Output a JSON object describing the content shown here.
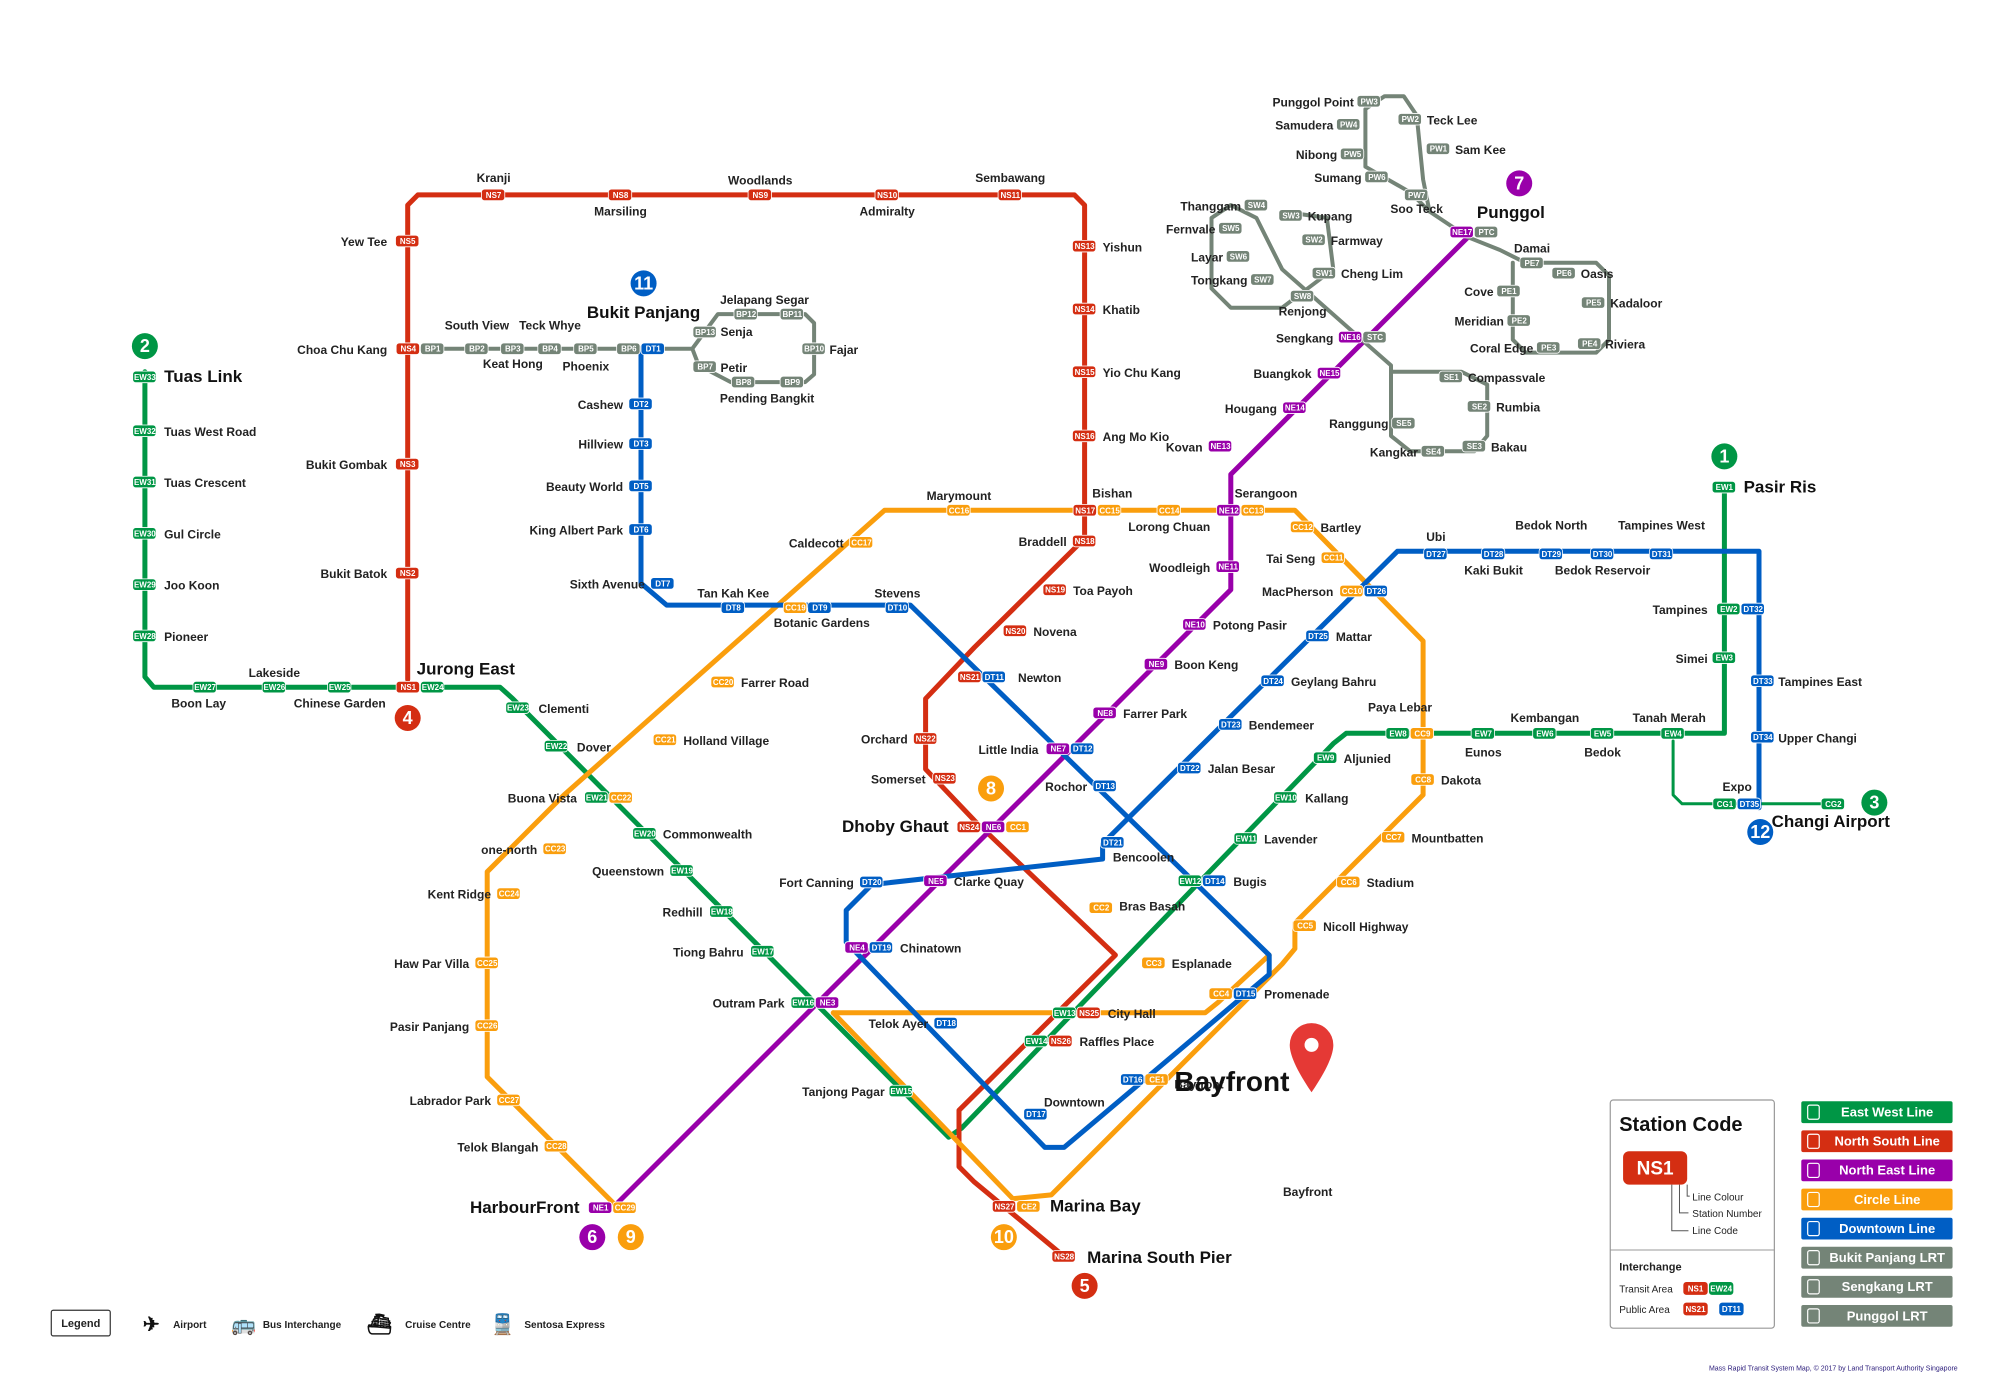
{
  "colors": {
    "ew": "#009645",
    "ns": "#d42e12",
    "ne": "#9900aa",
    "cc": "#fa9e0d",
    "dt": "#005ec4",
    "lrt": "#748477",
    "pin": "#e53935"
  },
  "highlight": {
    "title": "Bayfront"
  },
  "station_code": {
    "title": "Station Code",
    "sample": "NS1",
    "line_colour": "Line Colour",
    "station_number": "Station Number",
    "line_code": "Line Code",
    "interchange": "Interchange",
    "transit_area": "Transit Area",
    "public_area": "Public Area",
    "t1": "NS1",
    "t2": "EW24",
    "p1": "NS21",
    "p2": "DT11"
  },
  "lines_legend": [
    {
      "label": "East West Line",
      "color": "#009645"
    },
    {
      "label": "North South Line",
      "color": "#d42e12"
    },
    {
      "label": "North East Line",
      "color": "#9900aa"
    },
    {
      "label": "Circle Line",
      "color": "#fa9e0d"
    },
    {
      "label": "Downtown Line",
      "color": "#005ec4"
    },
    {
      "label": "Bukit Panjang LRT",
      "color": "#748477"
    },
    {
      "label": "Sengkang LRT",
      "color": "#748477"
    },
    {
      "label": "Punggol LRT",
      "color": "#748477"
    }
  ],
  "legend": {
    "title": "Legend",
    "airport": "Airport",
    "bus": "Bus Interchange",
    "cruise": "Cruise Centre",
    "sentosa": "Sentosa Express"
  },
  "footer": "Mass Rapid Transit System Map, © 2017 by Land Transport Authority Singapore",
  "numbers": [
    "1",
    "2",
    "3",
    "4",
    "5",
    "6",
    "7",
    "8",
    "9",
    "10",
    "11",
    "12"
  ],
  "stations": [
    {
      "name": "Tuas Link",
      "codes": [
        "EW33"
      ]
    },
    {
      "name": "Tuas West Road",
      "codes": [
        "EW32"
      ]
    },
    {
      "name": "Tuas Crescent",
      "codes": [
        "EW31"
      ]
    },
    {
      "name": "Gul Circle",
      "codes": [
        "EW30"
      ]
    },
    {
      "name": "Joo Koon",
      "codes": [
        "EW29"
      ]
    },
    {
      "name": "Pioneer",
      "codes": [
        "EW28"
      ]
    },
    {
      "name": "Boon Lay",
      "codes": [
        "EW27"
      ]
    },
    {
      "name": "Lakeside",
      "codes": [
        "EW26"
      ]
    },
    {
      "name": "Chinese Garden",
      "codes": [
        "EW25"
      ]
    },
    {
      "name": "Jurong East",
      "codes": [
        "NS1",
        "EW24"
      ]
    },
    {
      "name": "Clementi",
      "codes": [
        "EW23"
      ]
    },
    {
      "name": "Dover",
      "codes": [
        "EW22"
      ]
    },
    {
      "name": "Buona Vista",
      "codes": [
        "EW21",
        "CC22"
      ]
    },
    {
      "name": "Commonwealth",
      "codes": [
        "EW20"
      ]
    },
    {
      "name": "Queenstown",
      "codes": [
        "EW19"
      ]
    },
    {
      "name": "Redhill",
      "codes": [
        "EW18"
      ]
    },
    {
      "name": "Tiong Bahru",
      "codes": [
        "EW17"
      ]
    },
    {
      "name": "Outram Park",
      "codes": [
        "EW16",
        "NE3"
      ]
    },
    {
      "name": "Tanjong Pagar",
      "codes": [
        "EW15"
      ]
    },
    {
      "name": "Raffles Place",
      "codes": [
        "EW14",
        "NS26"
      ]
    },
    {
      "name": "City Hall",
      "codes": [
        "EW13",
        "NS25"
      ]
    },
    {
      "name": "Bugis",
      "codes": [
        "EW12",
        "DT14"
      ]
    },
    {
      "name": "Lavender",
      "codes": [
        "EW11"
      ]
    },
    {
      "name": "Kallang",
      "codes": [
        "EW10"
      ]
    },
    {
      "name": "Aljunied",
      "codes": [
        "EW9"
      ]
    },
    {
      "name": "Paya Lebar",
      "codes": [
        "EW8",
        "CC9"
      ]
    },
    {
      "name": "Eunos",
      "codes": [
        "EW7"
      ]
    },
    {
      "name": "Kembangan",
      "codes": [
        "EW6"
      ]
    },
    {
      "name": "Bedok",
      "codes": [
        "EW5"
      ]
    },
    {
      "name": "Tanah Merah",
      "codes": [
        "EW4"
      ]
    },
    {
      "name": "Simei",
      "codes": [
        "EW3"
      ]
    },
    {
      "name": "Tampines",
      "codes": [
        "EW2",
        "DT32"
      ]
    },
    {
      "name": "Pasir Ris",
      "codes": [
        "EW1"
      ]
    },
    {
      "name": "Expo",
      "codes": [
        "CG1",
        "DT35"
      ]
    },
    {
      "name": "Changi Airport",
      "codes": [
        "CG2"
      ]
    },
    {
      "name": "Choa Chu Kang",
      "codes": [
        "NS4",
        "BP1"
      ]
    },
    {
      "name": "Yew Tee",
      "codes": [
        "NS5"
      ]
    },
    {
      "name": "Kranji",
      "codes": [
        "NS7"
      ]
    },
    {
      "name": "Marsiling",
      "codes": [
        "NS8"
      ]
    },
    {
      "name": "Woodlands",
      "codes": [
        "NS9"
      ]
    },
    {
      "name": "Admiralty",
      "codes": [
        "NS10"
      ]
    },
    {
      "name": "Sembawang",
      "codes": [
        "NS11"
      ]
    },
    {
      "name": "Yishun",
      "codes": [
        "NS13"
      ]
    },
    {
      "name": "Khatib",
      "codes": [
        "NS14"
      ]
    },
    {
      "name": "Yio Chu Kang",
      "codes": [
        "NS15"
      ]
    },
    {
      "name": "Ang Mo Kio",
      "codes": [
        "NS16"
      ]
    },
    {
      "name": "Bishan",
      "codes": [
        "NS17",
        "CC15"
      ]
    },
    {
      "name": "Braddell",
      "codes": [
        "NS18"
      ]
    },
    {
      "name": "Toa Payoh",
      "codes": [
        "NS19"
      ]
    },
    {
      "name": "Novena",
      "codes": [
        "NS20"
      ]
    },
    {
      "name": "Newton",
      "codes": [
        "NS21",
        "DT11"
      ]
    },
    {
      "name": "Orchard",
      "codes": [
        "NS22"
      ]
    },
    {
      "name": "Somerset",
      "codes": [
        "NS23"
      ]
    },
    {
      "name": "Dhoby Ghaut",
      "codes": [
        "NS24",
        "NE6",
        "CC1"
      ]
    },
    {
      "name": "Marina Bay",
      "codes": [
        "NS27",
        "CE2"
      ]
    },
    {
      "name": "Marina South Pier",
      "codes": [
        "NS28"
      ]
    },
    {
      "name": "Bukit Batok",
      "codes": [
        "NS2"
      ]
    },
    {
      "name": "Bukit Gombak",
      "codes": [
        "NS3"
      ]
    },
    {
      "name": "HarbourFront",
      "codes": [
        "NE1",
        "CC29"
      ]
    },
    {
      "name": "Chinatown",
      "codes": [
        "NE4",
        "DT19"
      ]
    },
    {
      "name": "Clarke Quay",
      "codes": [
        "NE5"
      ]
    },
    {
      "name": "Little India",
      "codes": [
        "NE7",
        "DT12"
      ]
    },
    {
      "name": "Farrer Park",
      "codes": [
        "NE8"
      ]
    },
    {
      "name": "Boon Keng",
      "codes": [
        "NE9"
      ]
    },
    {
      "name": "Potong Pasir",
      "codes": [
        "NE10"
      ]
    },
    {
      "name": "Woodleigh",
      "codes": [
        "NE11"
      ]
    },
    {
      "name": "Serangoon",
      "codes": [
        "NE12",
        "CC13"
      ]
    },
    {
      "name": "Kovan",
      "codes": [
        "NE13"
      ]
    },
    {
      "name": "Hougang",
      "codes": [
        "NE14"
      ]
    },
    {
      "name": "Buangkok",
      "codes": [
        "NE15"
      ]
    },
    {
      "name": "Sengkang",
      "codes": [
        "NE16",
        "STC"
      ]
    },
    {
      "name": "Punggol",
      "codes": [
        "NE17",
        "PTC"
      ]
    },
    {
      "name": "Bras Basah",
      "codes": [
        "CC2"
      ]
    },
    {
      "name": "Esplanade",
      "codes": [
        "CC3"
      ]
    },
    {
      "name": "Promenade",
      "codes": [
        "CC4",
        "DT15"
      ]
    },
    {
      "name": "Nicoll Highway",
      "codes": [
        "CC5"
      ]
    },
    {
      "name": "Stadium",
      "codes": [
        "CC6"
      ]
    },
    {
      "name": "Mountbatten",
      "codes": [
        "CC7"
      ]
    },
    {
      "name": "Dakota",
      "codes": [
        "CC8"
      ]
    },
    {
      "name": "MacPherson",
      "codes": [
        "CC10",
        "DT26"
      ]
    },
    {
      "name": "Tai Seng",
      "codes": [
        "CC11"
      ]
    },
    {
      "name": "Bartley",
      "codes": [
        "CC12"
      ]
    },
    {
      "name": "Lorong Chuan",
      "codes": [
        "CC14"
      ]
    },
    {
      "name": "Marymount",
      "codes": [
        "CC16"
      ]
    },
    {
      "name": "Caldecott",
      "codes": [
        "CC17"
      ]
    },
    {
      "name": "Botanic Gardens",
      "codes": [
        "CC19",
        "DT9"
      ]
    },
    {
      "name": "Farrer Road",
      "codes": [
        "CC20"
      ]
    },
    {
      "name": "Holland Village",
      "codes": [
        "CC21"
      ]
    },
    {
      "name": "one-north",
      "codes": [
        "CC23"
      ]
    },
    {
      "name": "Kent Ridge",
      "codes": [
        "CC24"
      ]
    },
    {
      "name": "Haw Par Villa",
      "codes": [
        "CC25"
      ]
    },
    {
      "name": "Pasir Panjang",
      "codes": [
        "CC26"
      ]
    },
    {
      "name": "Labrador Park",
      "codes": [
        "CC27"
      ]
    },
    {
      "name": "Telok Blangah",
      "codes": [
        "CC28"
      ]
    },
    {
      "name": "Bayfront",
      "codes": [
        "DT16",
        "CE1"
      ]
    },
    {
      "name": "Bukit Panjang",
      "codes": [
        "BP6",
        "DT1"
      ]
    },
    {
      "name": "Cashew",
      "codes": [
        "DT2"
      ]
    },
    {
      "name": "Hillview",
      "codes": [
        "DT3"
      ]
    },
    {
      "name": "Beauty World",
      "codes": [
        "DT5"
      ]
    },
    {
      "name": "King Albert Park",
      "codes": [
        "DT6"
      ]
    },
    {
      "name": "Sixth Avenue",
      "codes": [
        "DT7"
      ]
    },
    {
      "name": "Tan Kah Kee",
      "codes": [
        "DT8"
      ]
    },
    {
      "name": "Stevens",
      "codes": [
        "DT10"
      ]
    },
    {
      "name": "Rochor",
      "codes": [
        "DT13"
      ]
    },
    {
      "name": "Downtown",
      "codes": [
        "DT17"
      ]
    },
    {
      "name": "Telok Ayer",
      "codes": [
        "DT18"
      ]
    },
    {
      "name": "Fort Canning",
      "codes": [
        "DT20"
      ]
    },
    {
      "name": "Bencoolen",
      "codes": [
        "DT21"
      ]
    },
    {
      "name": "Jalan Besar",
      "codes": [
        "DT22"
      ]
    },
    {
      "name": "Bendemeer",
      "codes": [
        "DT23"
      ]
    },
    {
      "name": "Geylang Bahru",
      "codes": [
        "DT24"
      ]
    },
    {
      "name": "Mattar",
      "codes": [
        "DT25"
      ]
    },
    {
      "name": "Ubi",
      "codes": [
        "DT27"
      ]
    },
    {
      "name": "Kaki Bukit",
      "codes": [
        "DT28"
      ]
    },
    {
      "name": "Bedok North",
      "codes": [
        "DT29"
      ]
    },
    {
      "name": "Bedok Reservoir",
      "codes": [
        "DT30"
      ]
    },
    {
      "name": "Tampines West",
      "codes": [
        "DT31"
      ]
    },
    {
      "name": "Tampines East",
      "codes": [
        "DT33"
      ]
    },
    {
      "name": "Upper Changi",
      "codes": [
        "DT34"
      ]
    },
    {
      "name": "South View",
      "codes": [
        "BP2"
      ]
    },
    {
      "name": "Keat Hong",
      "codes": [
        "BP3"
      ]
    },
    {
      "name": "Teck Whye",
      "codes": [
        "BP4"
      ]
    },
    {
      "name": "Phoenix",
      "codes": [
        "BP5"
      ]
    },
    {
      "name": "Petir",
      "codes": [
        "BP7"
      ]
    },
    {
      "name": "Pending",
      "codes": [
        "BP8"
      ]
    },
    {
      "name": "Bangkit",
      "codes": [
        "BP9"
      ]
    },
    {
      "name": "Fajar",
      "codes": [
        "BP10"
      ]
    },
    {
      "name": "Segar",
      "codes": [
        "BP11"
      ]
    },
    {
      "name": "Jelapang",
      "codes": [
        "BP12"
      ]
    },
    {
      "name": "Senja",
      "codes": [
        "BP13"
      ]
    },
    {
      "name": "Compassvale",
      "codes": [
        "SE1"
      ]
    },
    {
      "name": "Rumbia",
      "codes": [
        "SE2"
      ]
    },
    {
      "name": "Bakau",
      "codes": [
        "SE3"
      ]
    },
    {
      "name": "Kangkar",
      "codes": [
        "SE4"
      ]
    },
    {
      "name": "Ranggung",
      "codes": [
        "SE5"
      ]
    },
    {
      "name": "Cheng Lim",
      "codes": [
        "SW1"
      ]
    },
    {
      "name": "Farmway",
      "codes": [
        "SW2"
      ]
    },
    {
      "name": "Kupang",
      "codes": [
        "SW3"
      ]
    },
    {
      "name": "Thanggam",
      "codes": [
        "SW4"
      ]
    },
    {
      "name": "Fernvale",
      "codes": [
        "SW5"
      ]
    },
    {
      "name": "Layar",
      "codes": [
        "SW6"
      ]
    },
    {
      "name": "Tongkang",
      "codes": [
        "SW7"
      ]
    },
    {
      "name": "Renjong",
      "codes": [
        "SW8"
      ]
    },
    {
      "name": "Cove",
      "codes": [
        "PE1"
      ]
    },
    {
      "name": "Meridian",
      "codes": [
        "PE2"
      ]
    },
    {
      "name": "Coral Edge",
      "codes": [
        "PE3"
      ]
    },
    {
      "name": "Riviera",
      "codes": [
        "PE4"
      ]
    },
    {
      "name": "Kadaloor",
      "codes": [
        "PE5"
      ]
    },
    {
      "name": "Oasis",
      "codes": [
        "PE6"
      ]
    },
    {
      "name": "Damai",
      "codes": [
        "PE7"
      ]
    },
    {
      "name": "Sam Kee",
      "codes": [
        "PW1"
      ]
    },
    {
      "name": "Teck Lee",
      "codes": [
        "PW2"
      ]
    },
    {
      "name": "Punggol Point",
      "codes": [
        "PW3"
      ]
    },
    {
      "name": "Samudera",
      "codes": [
        "PW4"
      ]
    },
    {
      "name": "Nibong",
      "codes": [
        "PW5"
      ]
    },
    {
      "name": "Sumang",
      "codes": [
        "PW6"
      ]
    },
    {
      "name": "Soo Teck",
      "codes": [
        "PW7"
      ]
    }
  ]
}
